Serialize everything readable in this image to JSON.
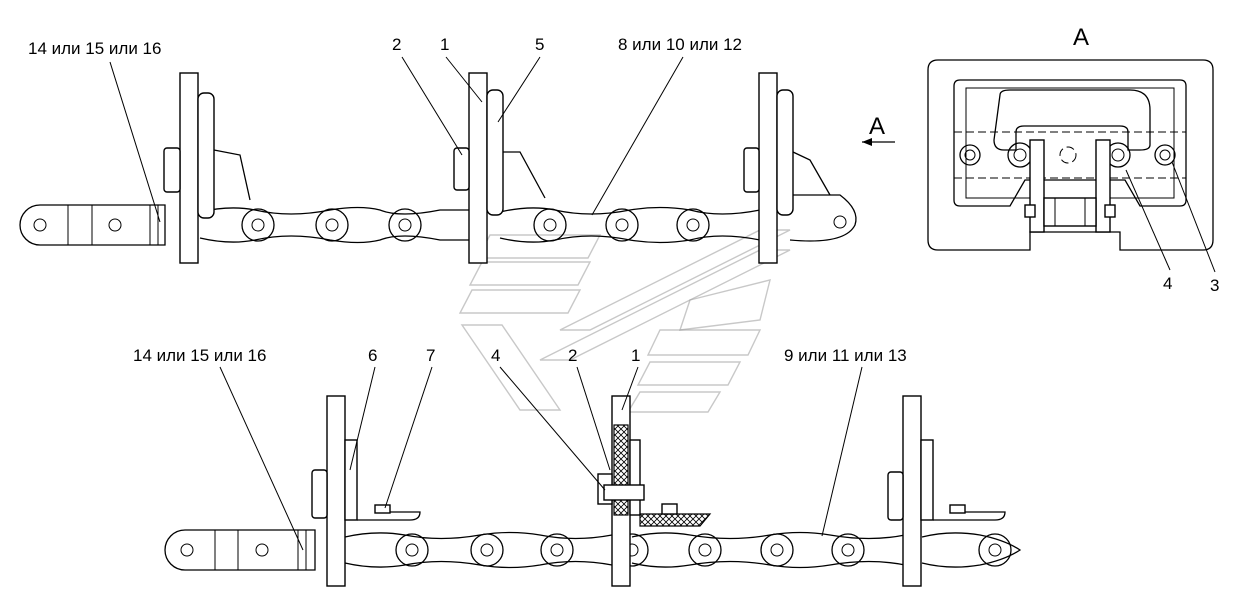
{
  "view_label": "A",
  "top_assembly": {
    "callouts": {
      "teeth": "14 или 15 или 16",
      "pos2": "2",
      "pos1": "1",
      "pos5": "5",
      "chain": "8 или 10 или 12"
    },
    "view_arrow_label": "A"
  },
  "bottom_assembly": {
    "callouts": {
      "teeth": "14 или 15 или 16",
      "pos6": "6",
      "pos7": "7",
      "pos4": "4",
      "pos2": "2",
      "pos1": "1",
      "chain": "9 или 11 или 13"
    }
  },
  "detail_view": {
    "callouts": {
      "pos4": "4",
      "pos3": "3"
    }
  }
}
